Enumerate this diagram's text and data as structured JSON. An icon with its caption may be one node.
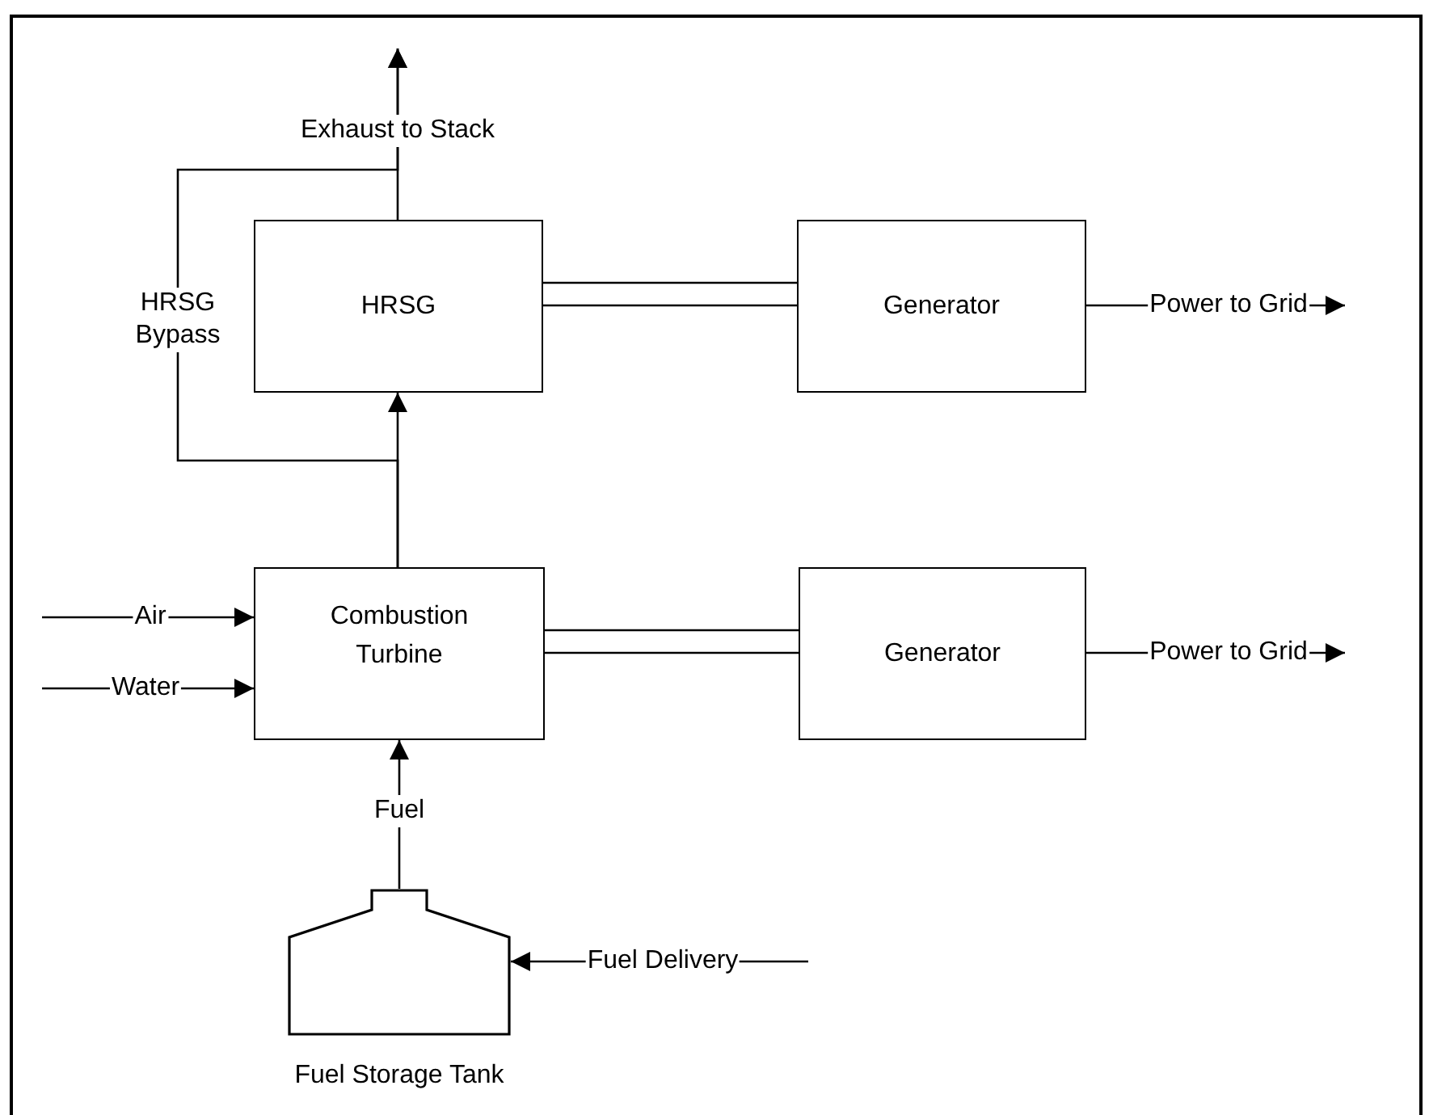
{
  "diagram": {
    "nodes": [
      {
        "text": [
          "HRSG"
        ]
      },
      {
        "text": [
          "Generator"
        ]
      },
      {
        "text": [
          "Combustion Turbine"
        ]
      },
      {
        "text": [
          "Generator"
        ]
      },
      {
        "text": [
          "Fuel Storage Tank"
        ]
      }
    ],
    "edges": [
      {
        "from": 2,
        "to": 0,
        "arrow": "to"
      },
      {
        "from": 0,
        "to": null,
        "arrow": "to",
        "label": "Exhaust to Stack"
      },
      {
        "from": 2,
        "to": null,
        "arrow": "to",
        "label": "HRSG Bypass"
      },
      {
        "from": 0,
        "to": 1,
        "arrow": "none"
      },
      {
        "from": 1,
        "to": null,
        "arrow": "to",
        "label": "Power to Grid"
      },
      {
        "from": 2,
        "to": 3,
        "arrow": "none"
      },
      {
        "from": 3,
        "to": null,
        "arrow": "to",
        "label": "Power to Grid"
      },
      {
        "from": null,
        "to": 2,
        "arrow": "to",
        "label": "Air"
      },
      {
        "from": null,
        "to": 2,
        "arrow": "to",
        "label": "Water"
      },
      {
        "from": 4,
        "to": 2,
        "arrow": "to",
        "label": "Fuel"
      },
      {
        "from": null,
        "to": 4,
        "arrow": "to",
        "label": "Fuel Delivery"
      }
    ]
  }
}
